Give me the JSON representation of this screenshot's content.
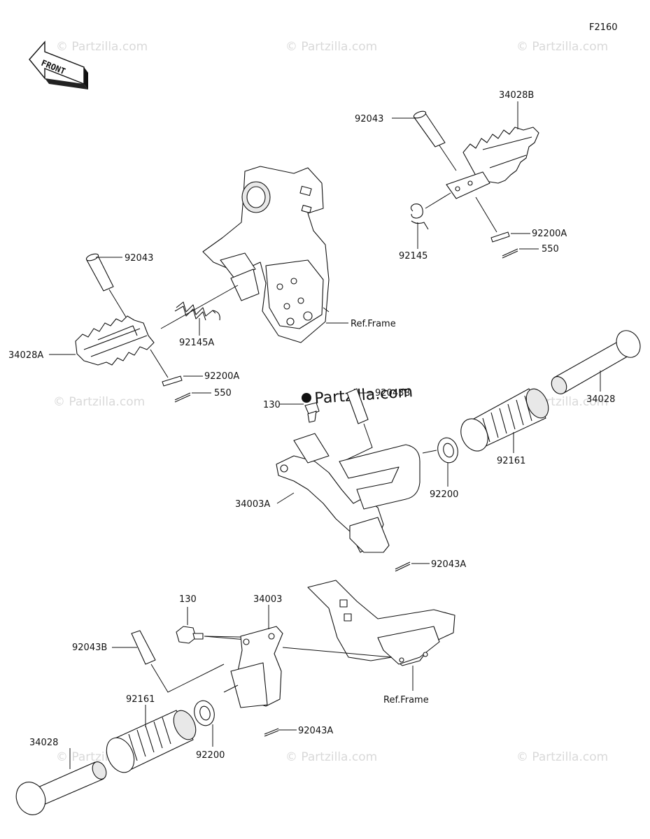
{
  "diagram_code": "F2160",
  "front_label": "FRONT",
  "watermark_text": "© Partzilla.com",
  "watermark_logo_text": "Partzilla.com",
  "labels": {
    "upper_left_pin": "92043",
    "upper_left_spring": "92145A",
    "upper_left_footrest": "34028A",
    "upper_left_washer": "92200A",
    "upper_left_cotter": "550",
    "upper_left_frame": "Ref.Frame",
    "upper_right_pin": "92043",
    "upper_right_footrest": "34028B",
    "upper_right_spring": "92145",
    "upper_right_washer": "92200A",
    "upper_right_cotter": "550",
    "mid_bolt": "130",
    "mid_pin": "92043B",
    "mid_bracket": "34003A",
    "mid_washer": "92200",
    "mid_rubber": "92161",
    "mid_peg": "34028",
    "mid_cotter": "92043A",
    "low_bolt": "130",
    "low_bracket": "34003",
    "low_pin": "92043B",
    "low_frame": "Ref.Frame",
    "low_rubber": "92161",
    "low_washer": "92200",
    "low_cotter": "92043A",
    "low_peg": "34028"
  }
}
